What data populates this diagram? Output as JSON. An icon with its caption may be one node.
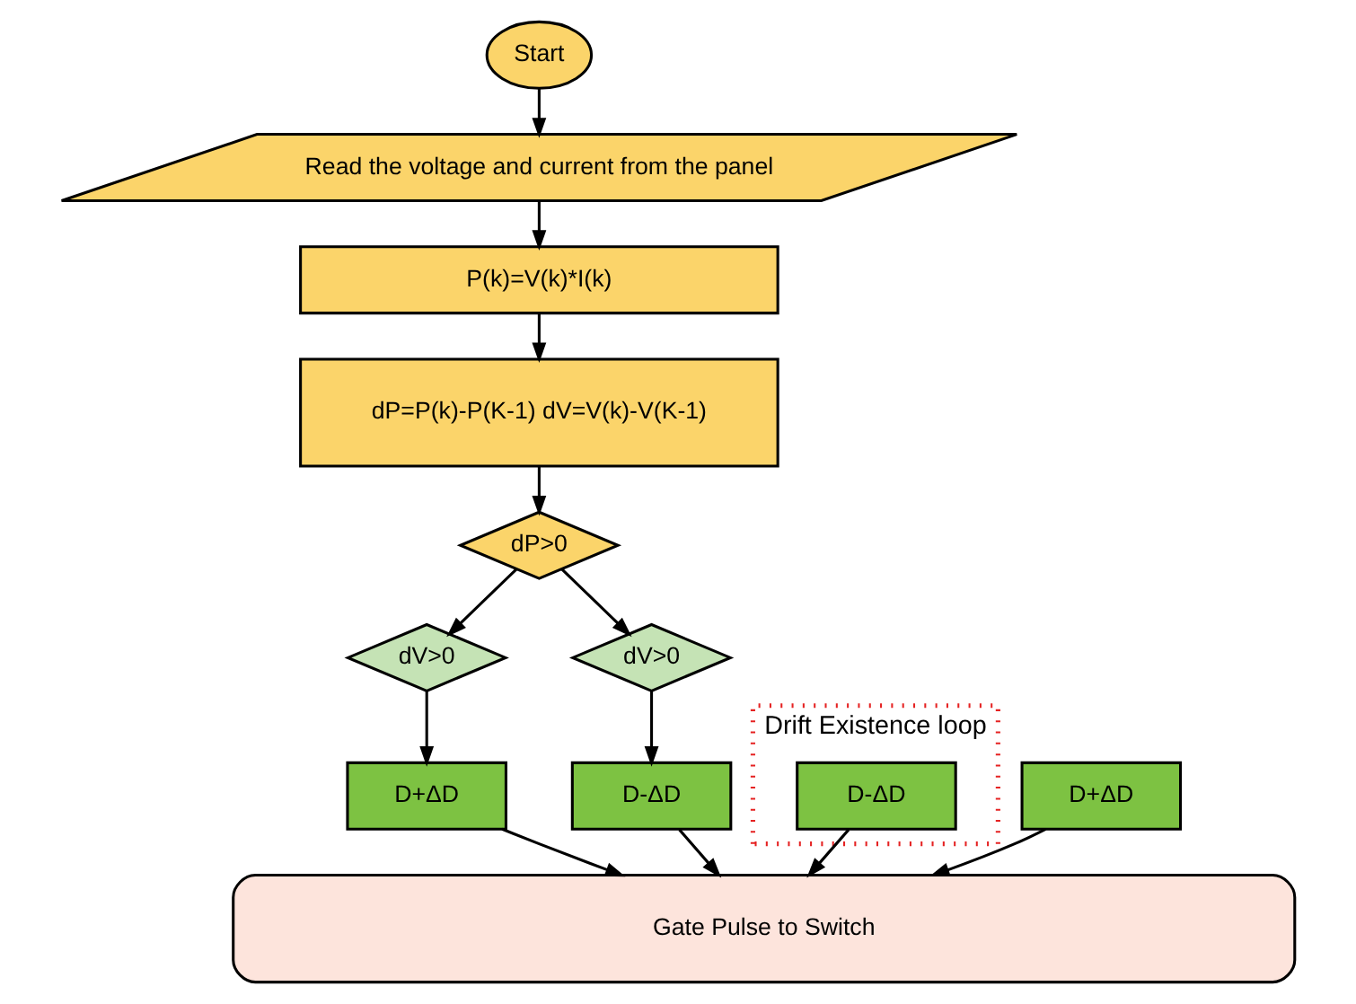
{
  "diagram": {
    "nodes": [
      {
        "text": [
          "Start"
        ]
      },
      {
        "text": [
          "Read the voltage and current from the panel"
        ]
      },
      {
        "text": [
          "P(k)=V(k)*I(k)"
        ]
      },
      {
        "text": [
          "dP=P(k)-P(K-1) dV=V(k)-V(K-1)"
        ]
      },
      {
        "text": [
          "dP>0"
        ]
      },
      {
        "text": [
          "Drift Existence loop"
        ]
      },
      {
        "text": [
          "dV>0"
        ]
      },
      {
        "text": [
          "dV>0"
        ]
      },
      {
        "text": [
          "D-ΔD"
        ],
        "in": 5
      },
      {
        "text": [
          "D+ΔD"
        ]
      },
      {
        "text": [
          "D-ΔD"
        ]
      },
      {
        "text": [
          "D+ΔD"
        ]
      },
      {
        "text": [
          "Gate Pulse to Switch"
        ]
      }
    ],
    "edges": [
      {
        "from": 0,
        "to": 1,
        "arrow": "to"
      },
      {
        "from": 1,
        "to": 2,
        "arrow": "to"
      },
      {
        "from": 2,
        "to": 3,
        "arrow": "to"
      },
      {
        "from": 3,
        "to": 4,
        "arrow": "to"
      },
      {
        "from": 4,
        "to": 6,
        "arrow": "to"
      },
      {
        "from": 4,
        "to": 7,
        "arrow": "to"
      },
      {
        "from": 6,
        "to": 9,
        "arrow": "to"
      },
      {
        "from": 7,
        "to": 10,
        "arrow": "to"
      },
      {
        "from": 8,
        "to": 12,
        "arrow": "to"
      },
      {
        "from": 9,
        "to": 12,
        "arrow": "to"
      },
      {
        "from": 10,
        "to": 12,
        "arrow": "to"
      },
      {
        "from": 11,
        "to": 12,
        "arrow": "to"
      }
    ]
  }
}
